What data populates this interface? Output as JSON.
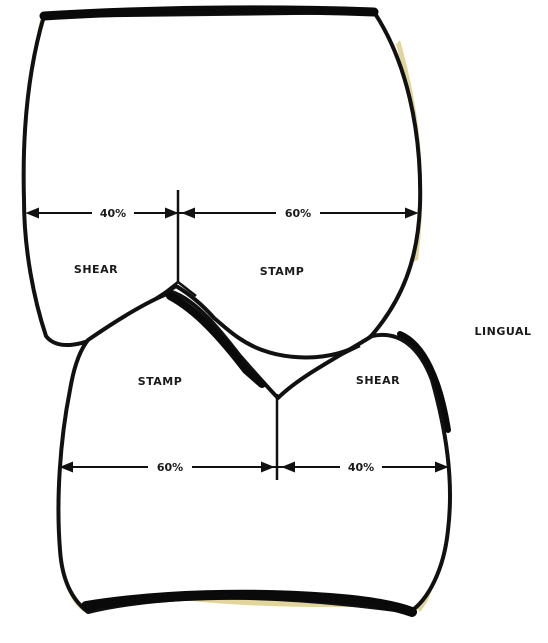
{
  "upper_tooth": {
    "left_percent": "40%",
    "right_percent": "60%",
    "left_region": "SHEAR",
    "right_region": "STAMP"
  },
  "lower_tooth": {
    "left_percent": "60%",
    "right_percent": "40%",
    "left_region": "STAMP",
    "right_region": "SHEAR"
  },
  "side_label": "LINGUAL",
  "colors": {
    "outline": "#111111",
    "shadow_tint": "#c9b24a",
    "background": "#ffffff"
  }
}
